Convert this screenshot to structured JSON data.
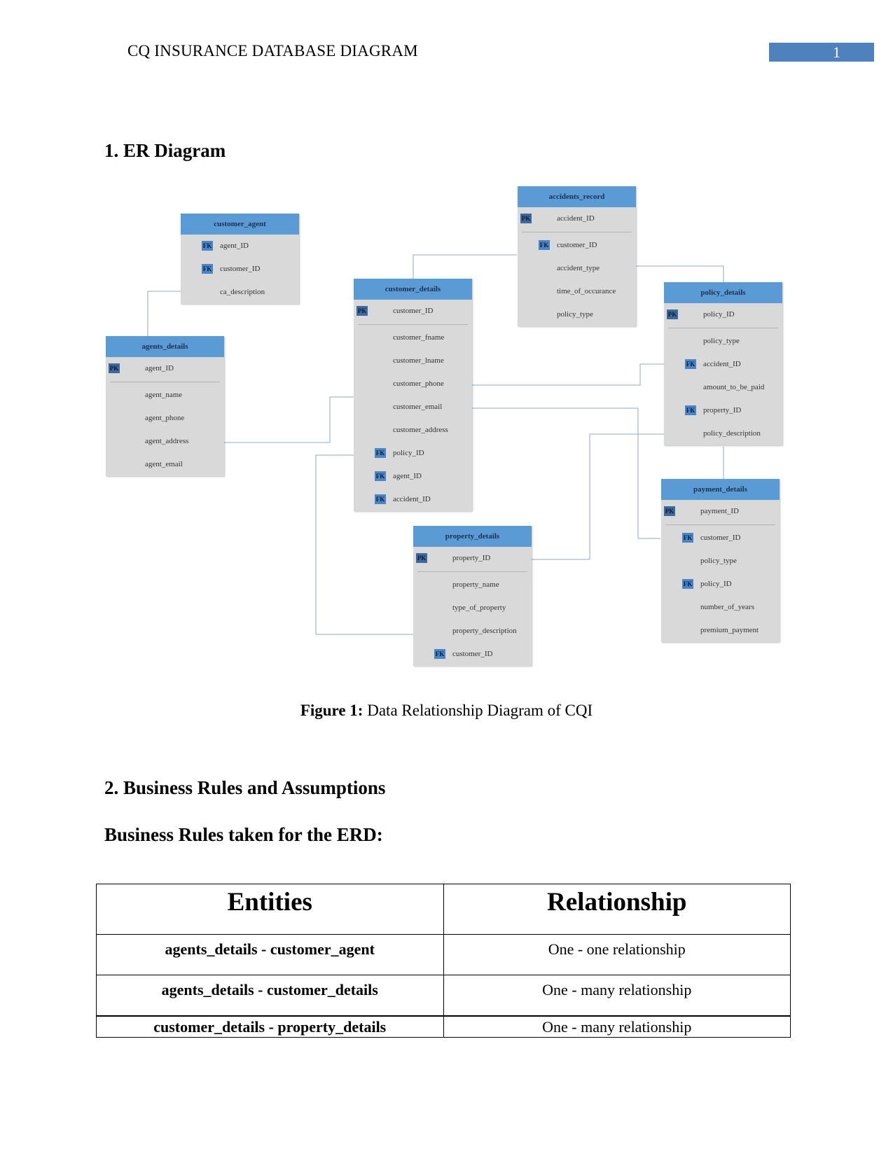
{
  "header": {
    "title": "CQ INSURANCE DATABASE DIAGRAM",
    "page_number": "1"
  },
  "section1": {
    "heading": "1. ER Diagram"
  },
  "diagram": {
    "entities": [
      {
        "id": "customer_agent",
        "name": "customer_agent",
        "attributes": [
          {
            "key": "FK",
            "name": "agent_ID"
          },
          {
            "key": "FK",
            "name": "customer_ID"
          },
          {
            "key": "",
            "name": "ca_description"
          }
        ]
      },
      {
        "id": "agents_details",
        "name": "agents_details",
        "attributes": [
          {
            "key": "PK",
            "name": "agent_ID"
          },
          {
            "key": "",
            "name": "agent_name"
          },
          {
            "key": "",
            "name": "agent_phone"
          },
          {
            "key": "",
            "name": "agent_address"
          },
          {
            "key": "",
            "name": "agent_email"
          }
        ]
      },
      {
        "id": "customer_details",
        "name": "customer_details",
        "attributes": [
          {
            "key": "PK",
            "name": "customer_ID"
          },
          {
            "key": "",
            "name": "customer_fname"
          },
          {
            "key": "",
            "name": "customer_lname"
          },
          {
            "key": "",
            "name": "customer_phone"
          },
          {
            "key": "",
            "name": "customer_email"
          },
          {
            "key": "",
            "name": "customer_address"
          },
          {
            "key": "FK",
            "name": "policy_ID"
          },
          {
            "key": "FK",
            "name": "agent_ID"
          },
          {
            "key": "FK",
            "name": "accident_ID"
          }
        ]
      },
      {
        "id": "accidents_record",
        "name": "accidents_record",
        "attributes": [
          {
            "key": "PK",
            "name": "accident_ID"
          },
          {
            "key": "FK",
            "name": "customer_ID"
          },
          {
            "key": "",
            "name": "accident_type"
          },
          {
            "key": "",
            "name": "time_of_occurance"
          },
          {
            "key": "",
            "name": "policy_type"
          }
        ]
      },
      {
        "id": "policy_details",
        "name": "policy_details",
        "attributes": [
          {
            "key": "PK",
            "name": "policy_ID"
          },
          {
            "key": "",
            "name": "policy_type"
          },
          {
            "key": "FK",
            "name": "accident_ID"
          },
          {
            "key": "",
            "name": "amount_to_be_paid"
          },
          {
            "key": "FK",
            "name": "property_ID"
          },
          {
            "key": "",
            "name": "policy_description"
          }
        ]
      },
      {
        "id": "payment_details",
        "name": "payment_details",
        "attributes": [
          {
            "key": "PK",
            "name": "payment_ID"
          },
          {
            "key": "FK",
            "name": "customer_ID"
          },
          {
            "key": "",
            "name": "policy_type"
          },
          {
            "key": "FK",
            "name": "policy_ID"
          },
          {
            "key": "",
            "name": "number_of_years"
          },
          {
            "key": "",
            "name": "premium_payment"
          }
        ]
      },
      {
        "id": "property_details",
        "name": "property_details",
        "attributes": [
          {
            "key": "PK",
            "name": "property_ID"
          },
          {
            "key": "",
            "name": "property_name"
          },
          {
            "key": "",
            "name": "type_of_property"
          },
          {
            "key": "",
            "name": "property_description"
          },
          {
            "key": "FK",
            "name": "customer_ID"
          }
        ]
      }
    ],
    "colors": {
      "entity_header": "#5b9bd5",
      "entity_body": "#d9d9d9",
      "connector": "#8fa9c4"
    }
  },
  "figure_caption": {
    "label": "Figure 1:",
    "text": " Data Relationship Diagram of CQI"
  },
  "section2": {
    "heading": "2. Business Rules and Assumptions",
    "subheading": "Business Rules taken for the ERD:"
  },
  "rules_table": {
    "headers": [
      "Entities",
      "Relationship"
    ],
    "rows": [
      [
        "agents_details - customer_agent",
        "One - one relationship"
      ],
      [
        "agents_details - customer_details",
        "One - many relationship"
      ],
      [
        "customer_details - property_details",
        "One - many relationship"
      ]
    ]
  }
}
